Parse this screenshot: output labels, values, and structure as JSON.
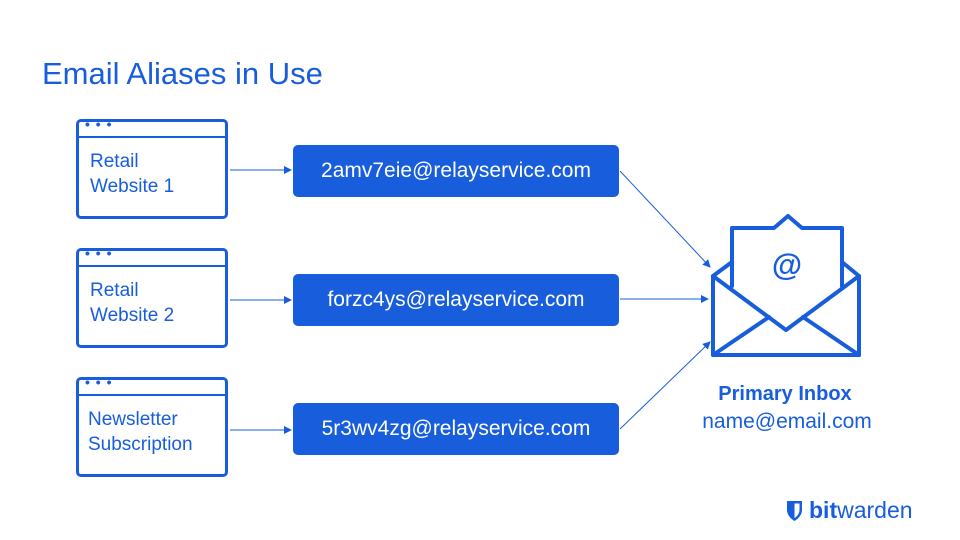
{
  "title": "Email Aliases in Use",
  "sources": [
    {
      "label_line1": "Retail",
      "label_line2": "Website 1"
    },
    {
      "label_line1": "Retail",
      "label_line2": "Website 2"
    },
    {
      "label_line1": "Newsletter",
      "label_line2": "Subscription"
    }
  ],
  "window_dots": "• • •",
  "aliases": [
    "2amv7eie@relayservice.com",
    "forzc4ys@relayservice.com",
    "5r3wv4zg@relayservice.com"
  ],
  "inbox": {
    "title": "Primary Inbox",
    "address": "name@email.com",
    "icon_glyph": "@"
  },
  "brand": {
    "bold": "bit",
    "regular": "warden"
  },
  "colors": {
    "accent": "#175ddc",
    "background": "#ffffff"
  }
}
